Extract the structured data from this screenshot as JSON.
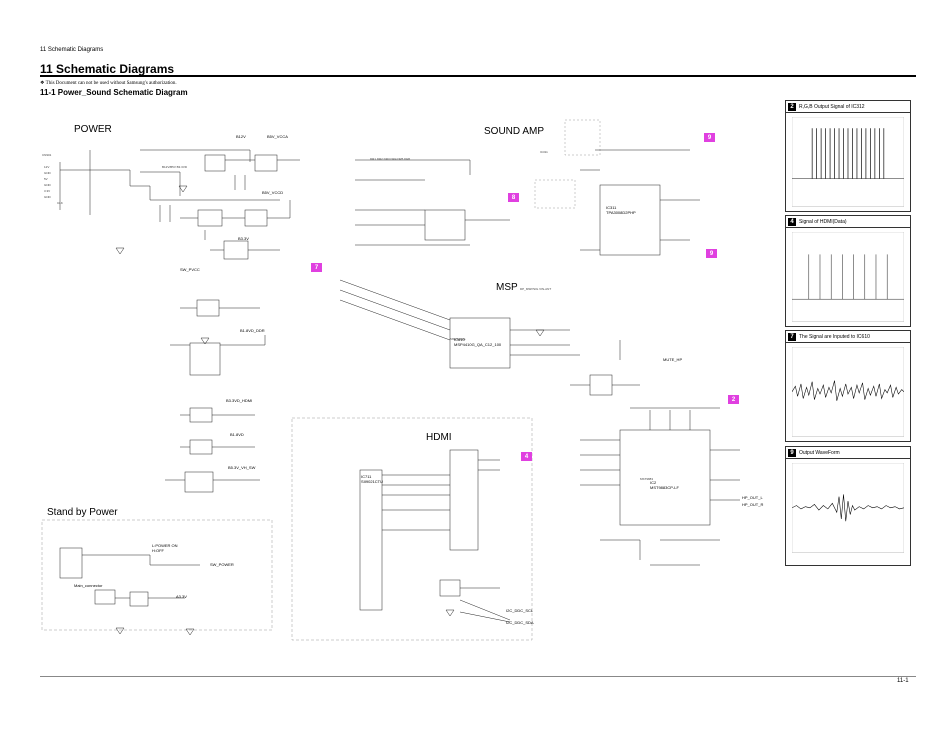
{
  "header": {
    "running_title": "11 Schematic Diagrams",
    "section_title": "11 Schematic Diagrams",
    "notice": "❖ This Document can not be used without Samsung's authorization.",
    "subsection_title": "11-1 Power_Sound  Schematic Diagram"
  },
  "blocks": {
    "power": "POWER",
    "sound_amp": "SOUND AMP",
    "msp": "MSP",
    "hdmi": "HDMI",
    "standby": "Stand by Power"
  },
  "markers": {
    "m7": "7",
    "m8": "8",
    "m9": "9",
    "m4": "4",
    "m2": "2",
    "m9b": "9"
  },
  "panels": [
    {
      "num": "2",
      "title": "R,G,B Output Signal of IC312"
    },
    {
      "num": "4",
      "title": "Signal of HDMI(Data)"
    },
    {
      "num": "7",
      "title": "The Signal are Inputed to IC610"
    },
    {
      "num": "9",
      "title": "Output WaveForm"
    }
  ],
  "labels": {
    "b12v": "B12V",
    "b5v_vcca": "B5V_VCCA",
    "b5v_vcc": "B5V_VCCD",
    "b33v": "B3.3V",
    "b5v_pvcc": "SW_PVCC",
    "b33v_ddr": "B1.8VD_DDR",
    "b33v_hdmi": "B3.3VD_HDMI",
    "b18v": "B1.8VD",
    "b5v_vh": "B5.3V_VH_SW",
    "power_on": "L:POWER ON\nH:OFF",
    "sw_power": "SW_POWER",
    "a33v": "A3.3V",
    "mute": "MUTE_HP",
    "ic311": "IC311\nTPA3008D2PHP",
    "ic610": "IC610\nMSP4410G_QA_C12_100",
    "ic711": "IC711\nSII9021CTU",
    "ic2": "IC2\nMST9883CP-LF",
    "main_conn": "Main_connector",
    "i2c_scl": "I2C_DDC_SCL",
    "i2c_sda": "I2C_DDC_SDA",
    "hp_l": "HP_OUT_L",
    "hp_r": "HP_OUT_R"
  },
  "footer": {
    "page_number": "11-1"
  }
}
